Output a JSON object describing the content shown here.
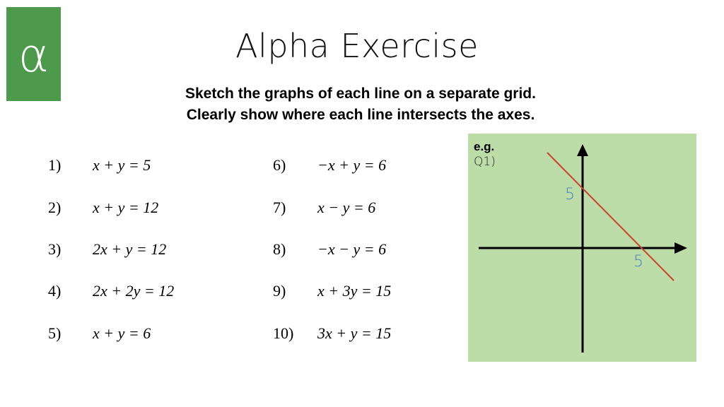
{
  "badge": {
    "glyph": "α",
    "color": "#4e9a4c"
  },
  "title": "Alpha Exercise",
  "instructions": [
    "Sketch the graphs of each line on a separate grid.",
    "Clearly show where each line intersects the axes."
  ],
  "questions": [
    {
      "num": "1)",
      "eq": "x + y = 5"
    },
    {
      "num": "2)",
      "eq": "x + y = 12"
    },
    {
      "num": "3)",
      "eq": "2x + y = 12"
    },
    {
      "num": "4)",
      "eq": "2x + 2y = 12"
    },
    {
      "num": "5)",
      "eq": "x + y = 6"
    },
    {
      "num": "6)",
      "eq": "−x + y = 6"
    },
    {
      "num": "7)",
      "eq": "x − y = 6"
    },
    {
      "num": "8)",
      "eq": "−x − y = 6"
    },
    {
      "num": "9)",
      "eq": "x + 3y = 15"
    },
    {
      "num": "10)",
      "eq": "3x + y = 15"
    }
  ],
  "example": {
    "label": "e.g.",
    "question": "Q1)",
    "y_intercept_label": "5",
    "x_intercept_label": "5",
    "panel_color": "#bcdca8",
    "line_color": "#c8442c",
    "label_color": "#4a7fc4"
  }
}
